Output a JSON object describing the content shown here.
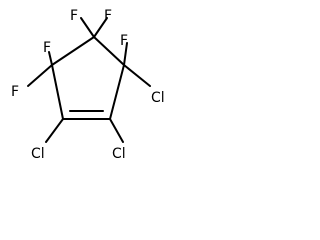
{
  "molecule": {
    "labels": {
      "f1": "F",
      "f2": "F",
      "f3": "F",
      "f4": "F",
      "f5": "F",
      "cl1": "Cl",
      "cl2": "Cl",
      "cl3": "Cl"
    }
  }
}
